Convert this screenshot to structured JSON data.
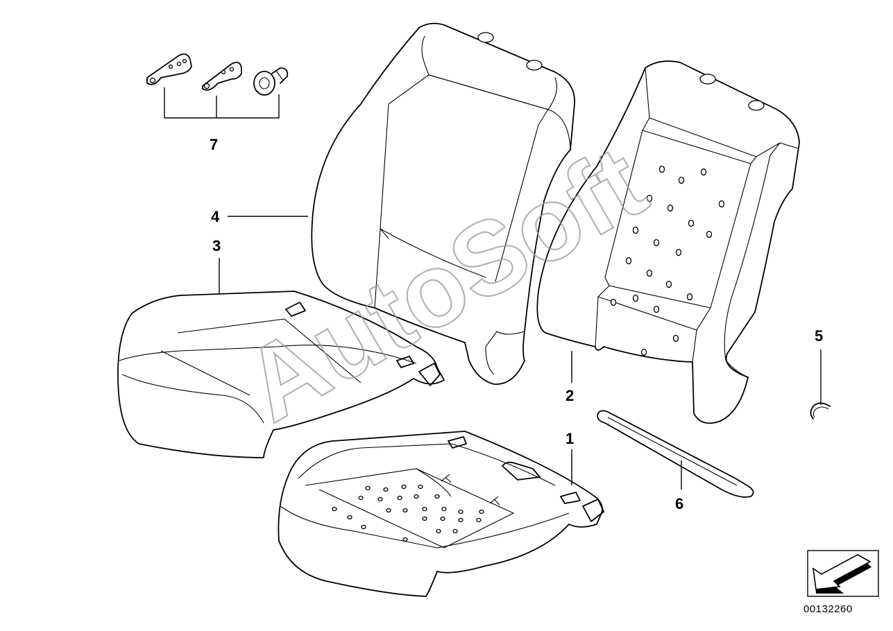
{
  "callouts": {
    "c1": "1",
    "c2": "2",
    "c3": "3",
    "c4": "4",
    "c5": "5",
    "c6": "6",
    "c7": "7"
  },
  "watermark": "AutoSoft",
  "document_number": "00132260",
  "icons": {
    "direction": "arrow-direction-icon"
  }
}
